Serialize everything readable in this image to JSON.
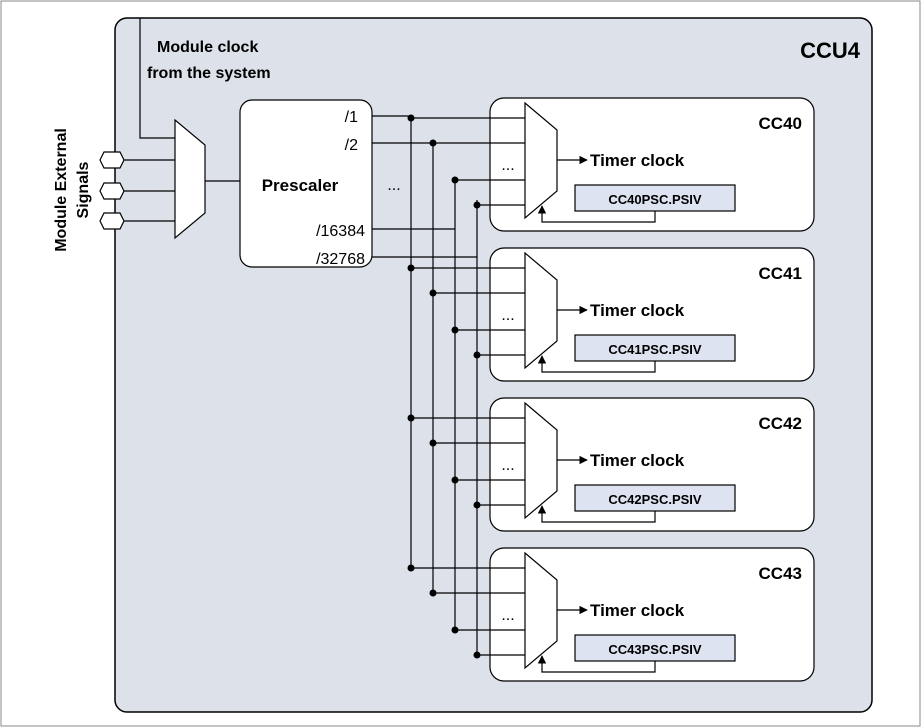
{
  "title": "CCU4",
  "module_clock_label": [
    "Module clock",
    "from the system"
  ],
  "external_signals_label": [
    "Module External",
    "Signals"
  ],
  "prescaler": {
    "label": "Prescaler",
    "outputs": [
      "/1",
      "/2",
      "/16384",
      "/32768"
    ],
    "ellipsis": "..."
  },
  "timer_clock_label": "Timer clock",
  "units": [
    {
      "name": "CC40",
      "register": "CC40PSC.PSIV"
    },
    {
      "name": "CC41",
      "register": "CC41PSC.PSIV"
    },
    {
      "name": "CC42",
      "register": "CC42PSC.PSIV"
    },
    {
      "name": "CC43",
      "register": "CC43PSC.PSIV"
    }
  ],
  "mux_ellipsis": "...",
  "colors": {
    "outer_box_fill": "#dde2ea",
    "register_fill": "#dde3f0",
    "line": "#000000",
    "page_border": "#888888"
  }
}
